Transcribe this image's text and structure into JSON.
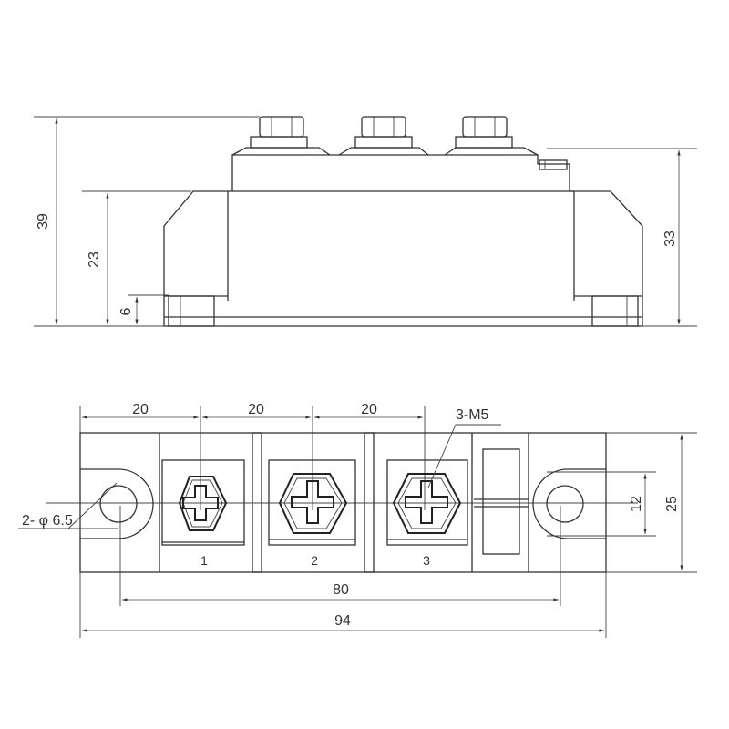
{
  "side_view": {
    "dim_total_height": "39",
    "dim_body_height": "23",
    "dim_foot_height": "6",
    "dim_right_height": "33"
  },
  "top_view": {
    "dim_pitch_1": "20",
    "dim_pitch_2": "20",
    "dim_pitch_3": "20",
    "screw_spec": "3-M5",
    "hole_spec": "2- φ 6.5",
    "dim_hole_spacing_v": "12",
    "dim_width": "25",
    "dim_hole_spacing_h": "80",
    "dim_total_length": "94",
    "terminal_labels": [
      "1",
      "2",
      "3"
    ]
  }
}
